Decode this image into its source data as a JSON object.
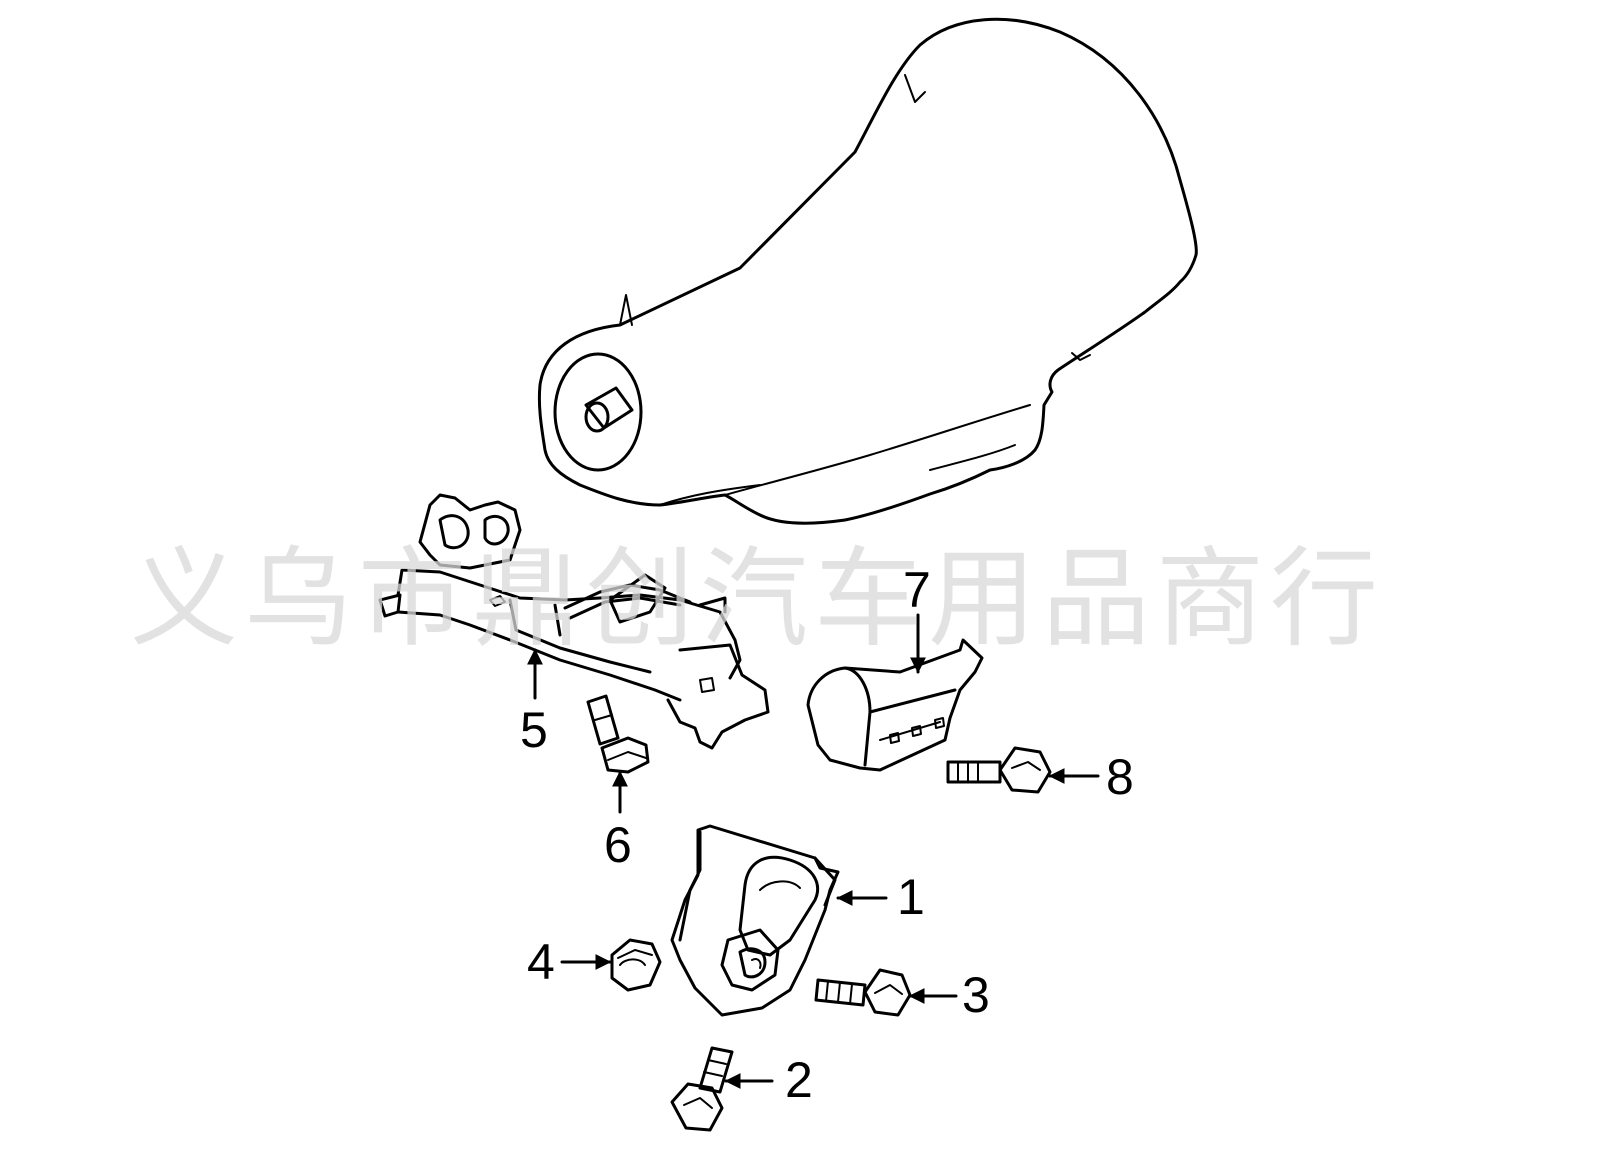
{
  "watermark": {
    "text": "义乌市鼎创汽车用品商行"
  },
  "callouts": {
    "c1": "1",
    "c2": "2",
    "c3": "3",
    "c4": "4",
    "c5": "5",
    "c6": "6",
    "c7": "7",
    "c8": "8"
  },
  "colors": {
    "line": "#000000",
    "background": "#ffffff",
    "watermark": "#d9d9d9"
  },
  "parts": [
    "transmission",
    "transmission-mount",
    "mount-bolt",
    "mount-bolt",
    "hex-nut",
    "crossmember",
    "crossmember-bolt",
    "heat-shield",
    "shield-bolt"
  ]
}
